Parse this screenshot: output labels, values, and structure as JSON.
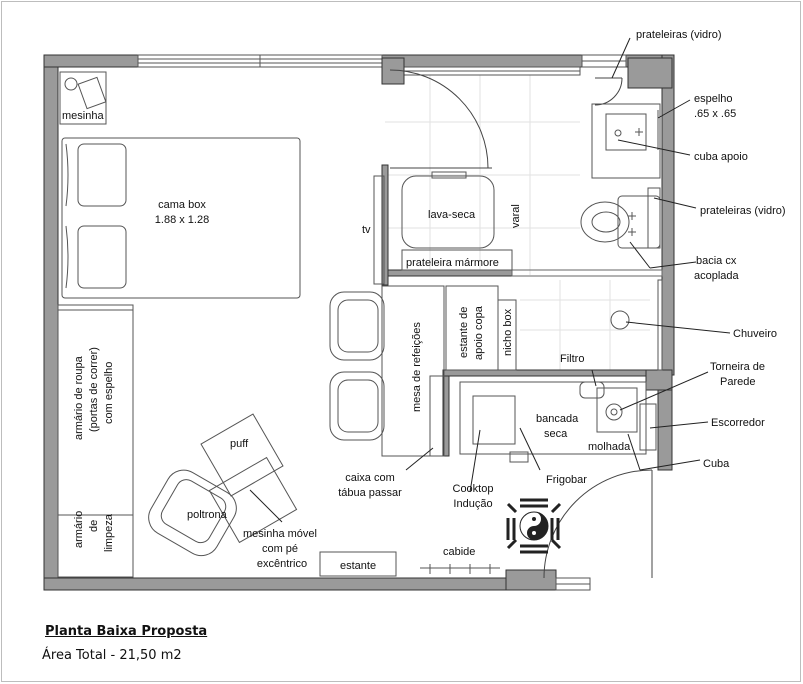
{
  "labels": {
    "mesinha": "mesinha",
    "cama_box_1": "cama box",
    "cama_box_2": "1.88 x 1.28",
    "tv": "tv",
    "lava_seca": "lava-seca",
    "varal": "varal",
    "prateleira_marmore": "prateleira mármore",
    "armario_roupa_1": "armário de roupa",
    "armario_roupa_2": "(portas de correr)",
    "armario_roupa_3": "com espelho",
    "armario_limpeza_1": "armário",
    "armario_limpeza_2": "de",
    "armario_limpeza_3": "limpeza",
    "mesa_refeicoes": "mesa de refeições",
    "estante_apoio_1": "estante de",
    "estante_apoio_2": "apoio copa",
    "nicho_box": "nicho box",
    "filtro": "Filtro",
    "bancada_1": "bancada",
    "bancada_2": "seca",
    "molhada": "molhada",
    "puff": "puff",
    "poltrona": "poltrona",
    "mesinha_movel_1": "mesinha móvel",
    "mesinha_movel_2": "com pé",
    "mesinha_movel_3": "excêntrico",
    "caixa_tabua_1": "caixa com",
    "caixa_tabua_2": "tábua passar",
    "cooktop_1": "Cooktop",
    "cooktop_2": "Indução",
    "frigobar": "Frigobar",
    "estante": "estante",
    "cabide": "cabide",
    "prateleiras_vidro_top": "prateleiras (vidro)",
    "espelho_1": "espelho",
    "espelho_2": ".65 x .65",
    "cuba_apoio": "cuba apoio",
    "prateleiras_vidro_right": "prateleiras (vidro)",
    "bacia_1": "bacia cx",
    "bacia_2": "acoplada",
    "chuveiro": "Chuveiro",
    "torneira_1": "Torneira de",
    "torneira_2": "Parede",
    "escorredor": "Escorredor",
    "cuba": "Cuba"
  },
  "footer": {
    "title": "Planta Baixa Proposta",
    "area": "Área Total - 21,50 m2"
  }
}
